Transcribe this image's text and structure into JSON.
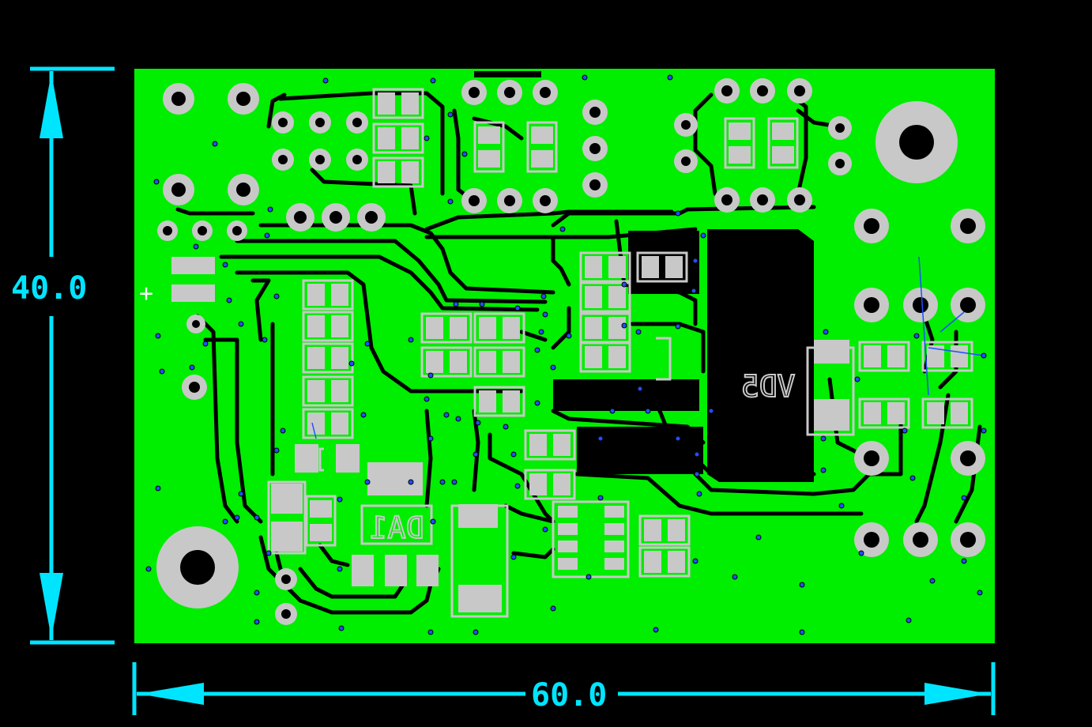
{
  "dimensions": {
    "height_label": "40.0",
    "width_label": "60.0"
  },
  "silkscreen": {
    "label_da1": "DA1",
    "label_vd5": "VD5",
    "label_plus": "+"
  },
  "colors": {
    "background": "#000000",
    "board_copper": "#00ee00",
    "dimension": "#00e5ff",
    "pad": "#c8c8c8",
    "via": "#1f4fff",
    "silkscreen": "#c8c8c8"
  }
}
